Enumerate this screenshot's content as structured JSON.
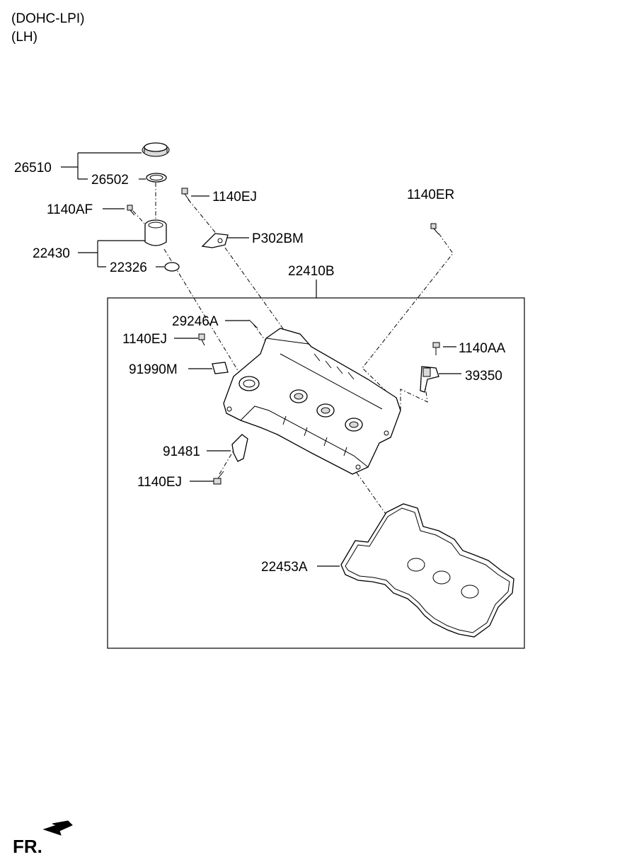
{
  "header": {
    "line1": "(DOHC-LPI)",
    "line2": "(LH)"
  },
  "labels": {
    "l26510": "26510",
    "l26502": "26502",
    "l1140EJ_top": "1140EJ",
    "l1140ER": "1140ER",
    "l1140AF": "1140AF",
    "lP302BM": "P302BM",
    "l22430": "22430",
    "l22326": "22326",
    "l22410B": "22410B",
    "l29246A": "29246A",
    "l1140EJ_mid": "1140EJ",
    "l1140AA": "1140AA",
    "l91990M": "91990M",
    "l39350": "39350",
    "l91481": "91481",
    "l1140EJ_low": "1140EJ",
    "l22453A": "22453A"
  },
  "footer": {
    "direction": "FR."
  }
}
